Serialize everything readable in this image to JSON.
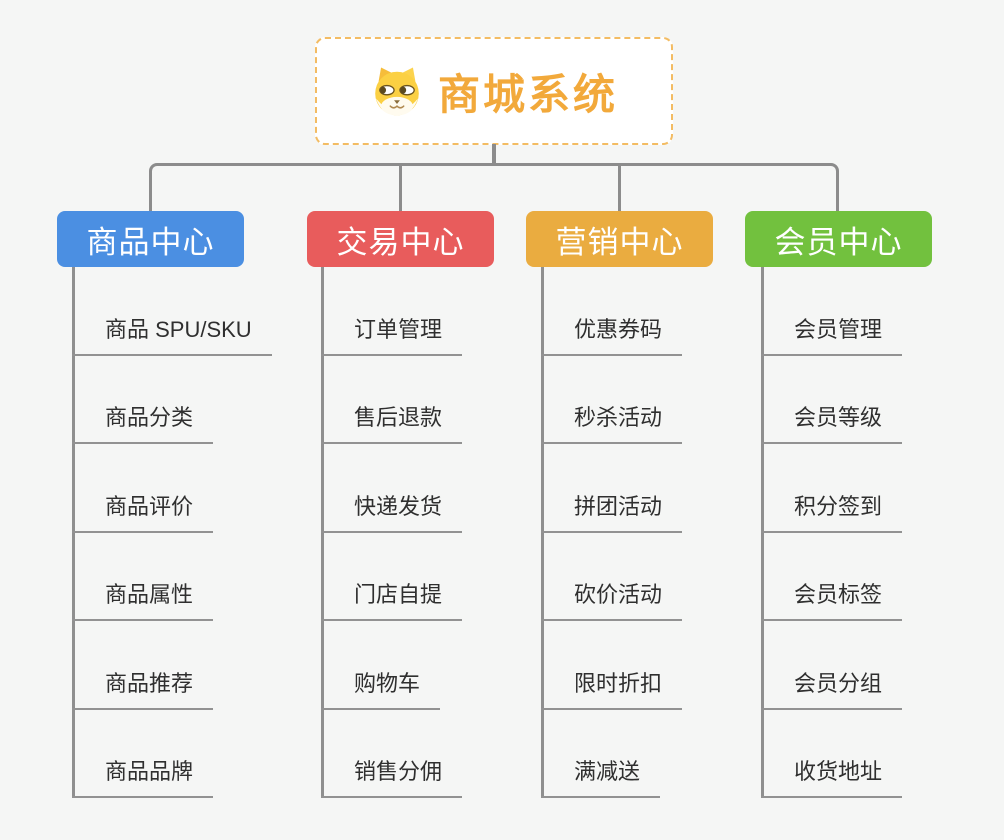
{
  "app": {
    "background": "#f5f6f5",
    "connector_color": "#8c8c8c"
  },
  "root": {
    "title": "商城系统",
    "icon": "dog-face-icon",
    "accent_color": "#f2a93b",
    "border_color": "#f3bc63"
  },
  "branches": [
    {
      "label": "商品中心",
      "color": "#4b8fe2",
      "children": [
        "商品 SPU/SKU",
        "商品分类",
        "商品评价",
        "商品属性",
        "商品推荐",
        "商品品牌"
      ]
    },
    {
      "label": "交易中心",
      "color": "#e85c5c",
      "children": [
        "订单管理",
        "售后退款",
        "快递发货",
        "门店自提",
        "购物车",
        "销售分佣"
      ]
    },
    {
      "label": "营销中心",
      "color": "#eaac40",
      "children": [
        "优惠券码",
        "秒杀活动",
        "拼团活动",
        "砍价活动",
        "限时折扣",
        "满减送"
      ]
    },
    {
      "label": "会员中心",
      "color": "#72c13e",
      "children": [
        "会员管理",
        "会员等级",
        "积分签到",
        "会员标签",
        "会员分组",
        "收货地址"
      ]
    }
  ]
}
